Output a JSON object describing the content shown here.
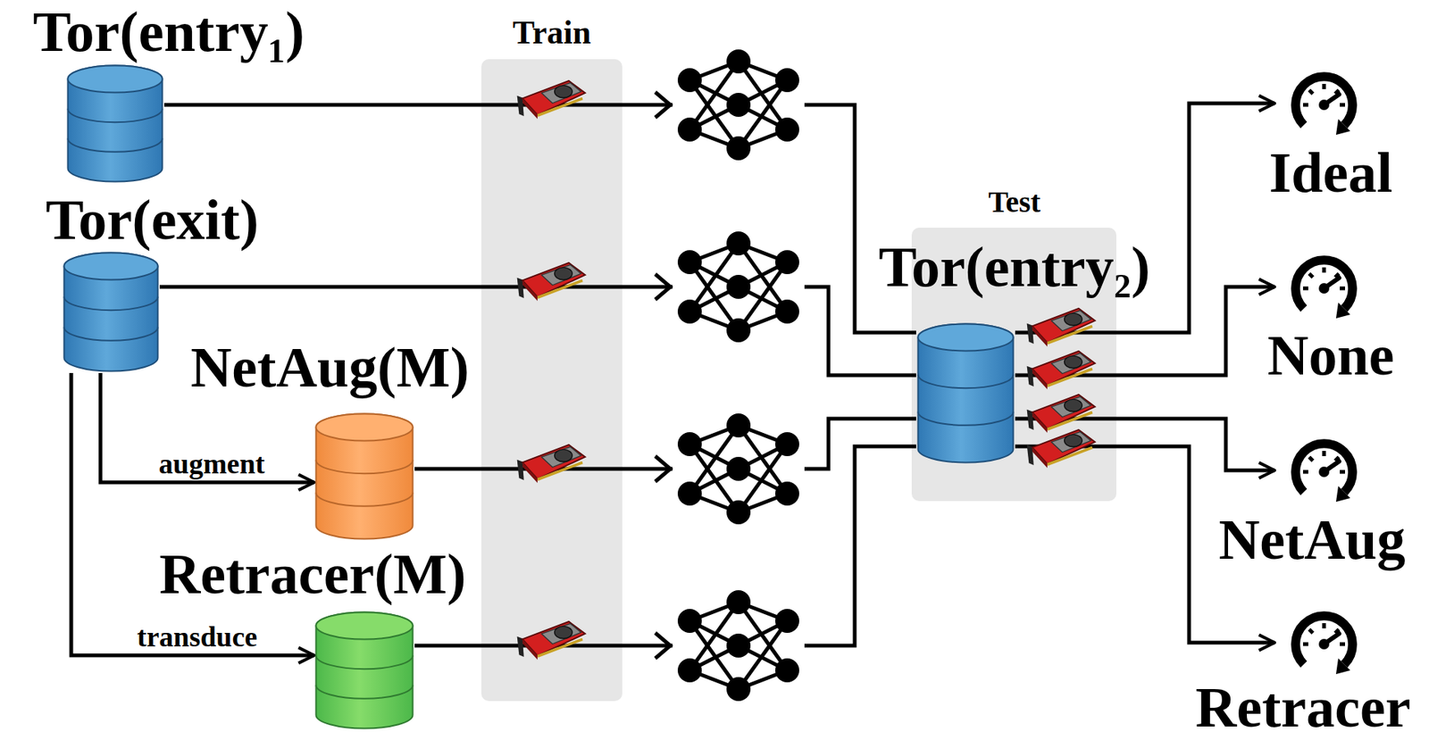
{
  "diagram": {
    "nodes": [
      {
        "text": [
          "Tor(entry₁)"
        ]
      },
      {
        "text": [
          "Tor(exit)"
        ]
      },
      {
        "text": [
          "NetAug(M)"
        ]
      },
      {
        "text": [
          "Retracer(M)"
        ]
      },
      {
        "text": [
          "Train"
        ]
      },
      {
        "text": [
          "Test"
        ]
      },
      {
        "text": [
          "Tor(entry₂)"
        ],
        "in": 5
      },
      {
        "text": [
          "Ideal"
        ]
      },
      {
        "text": [
          "None"
        ]
      },
      {
        "text": [
          "NetAug"
        ]
      },
      {
        "text": [
          "Retracer"
        ]
      }
    ],
    "edges": [
      {
        "from": 1,
        "to": 2,
        "label": "augment",
        "arrow": "to"
      },
      {
        "from": 1,
        "to": 3,
        "label": "transduce",
        "arrow": "to"
      },
      {
        "from": 0,
        "to": 6,
        "arrow": "none"
      },
      {
        "from": 1,
        "to": 6,
        "arrow": "none"
      },
      {
        "from": 2,
        "to": 6,
        "arrow": "none"
      },
      {
        "from": 3,
        "to": 6,
        "arrow": "none"
      },
      {
        "from": 6,
        "to": 7,
        "arrow": "to"
      },
      {
        "from": 6,
        "to": 8,
        "arrow": "to"
      },
      {
        "from": 6,
        "to": 9,
        "arrow": "to"
      },
      {
        "from": 6,
        "to": 10,
        "arrow": "to"
      }
    ]
  }
}
